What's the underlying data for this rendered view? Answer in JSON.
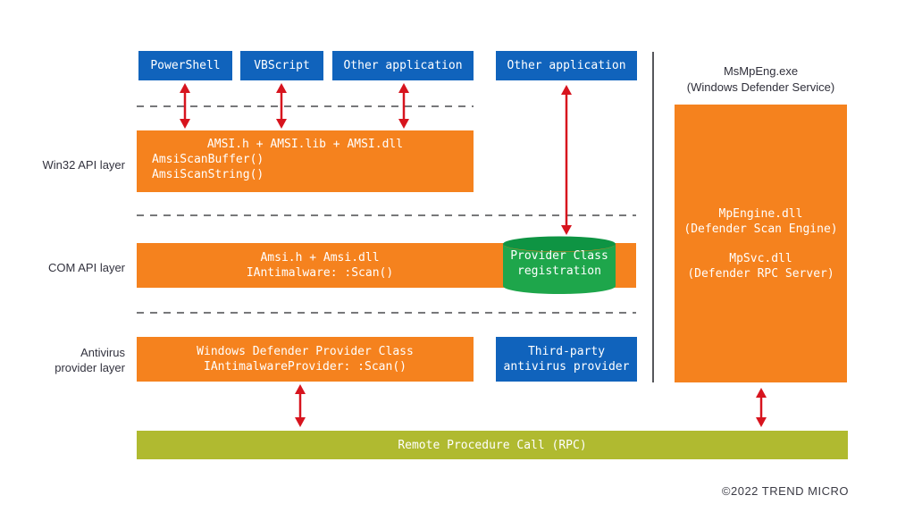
{
  "colors": {
    "blue": "#1063BC",
    "orange": "#F5821E",
    "green_body": "#1EA64B",
    "green_top": "#0E9443",
    "olive": "#B0BA30",
    "red_arrow": "#D7141E",
    "dark_text": "#32323E"
  },
  "top_row": {
    "boxes": [
      {
        "label": "PowerShell"
      },
      {
        "label": "VBScript"
      },
      {
        "label": "Other application"
      },
      {
        "label": "Other application"
      }
    ]
  },
  "win32_layer": {
    "side_label": "Win32 API layer",
    "box_title": "AMSI.h + AMSI.lib + AMSI.dll",
    "box_lines": [
      "AmsiScanBuffer()",
      "AmsiScanString()"
    ]
  },
  "com_layer": {
    "side_label": "COM API layer",
    "box_lines": [
      "Amsi.h + Amsi.dll",
      "IAntimalware: :Scan()"
    ],
    "cylinder_lines": [
      "Provider Class",
      "registration"
    ]
  },
  "provider_layer": {
    "side_label_lines": [
      "Antivirus",
      "provider layer"
    ],
    "defender_lines": [
      "Windows Defender Provider Class",
      "IAntimalwareProvider: :Scan()"
    ],
    "third_party_lines": [
      "Third-party",
      "antivirus provider"
    ]
  },
  "right_panel": {
    "title_lines": [
      "MsMpEng.exe",
      "(Windows Defender Service)"
    ],
    "box_top_lines": [
      "MpEngine.dll",
      "(Defender Scan Engine)"
    ],
    "box_bottom_lines": [
      "MpSvc.dll",
      "(Defender RPC Server)"
    ]
  },
  "rpc_bar": {
    "label": "Remote Procedure Call (RPC)"
  },
  "footer": {
    "copyright": "©2022 TREND MICRO"
  }
}
